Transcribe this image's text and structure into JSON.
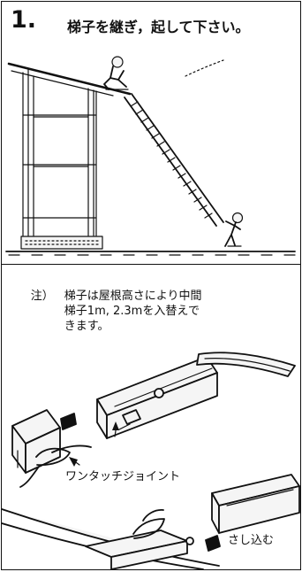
{
  "steps": [
    {
      "number": "1.",
      "title": "梯子を継ぎ，起して下さい。"
    }
  ],
  "note": {
    "label": "注）",
    "text": "梯子は屋根高さにより中間\n梯子1m, 2.3mを入替えで\nきます。"
  },
  "callouts": {
    "joint": "ワンタッチジョイント",
    "insert": "さし込む"
  }
}
